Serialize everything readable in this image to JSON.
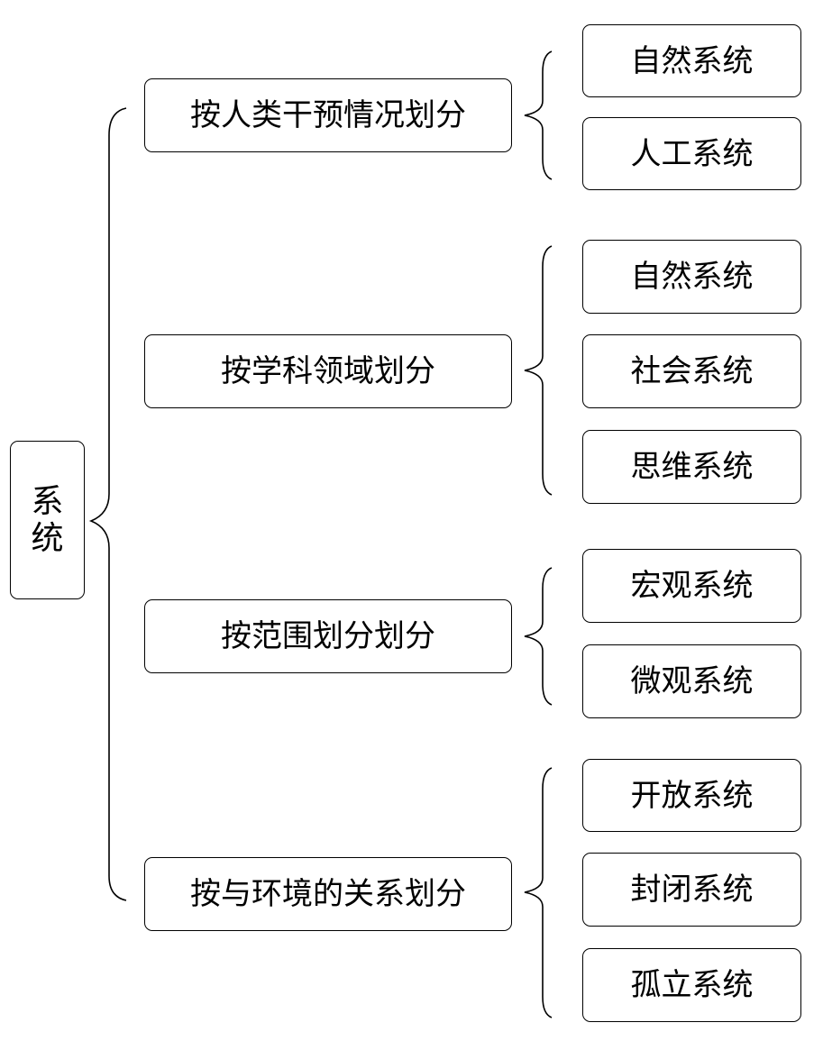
{
  "diagram": {
    "root": {
      "chars": [
        "系",
        "统"
      ]
    },
    "groups": [
      {
        "label": "按人类干预情况划分",
        "children": [
          "自然系统",
          "人工系统"
        ]
      },
      {
        "label": "按学科领域划分",
        "children": [
          "自然系统",
          "社会系统",
          "思维系统"
        ]
      },
      {
        "label": "按范围划分划分",
        "children": [
          "宏观系统",
          "微观系统"
        ]
      },
      {
        "label": "按与环境的关系划分",
        "children": [
          "开放系统",
          "封闭系统",
          "孤立系统"
        ]
      }
    ]
  }
}
